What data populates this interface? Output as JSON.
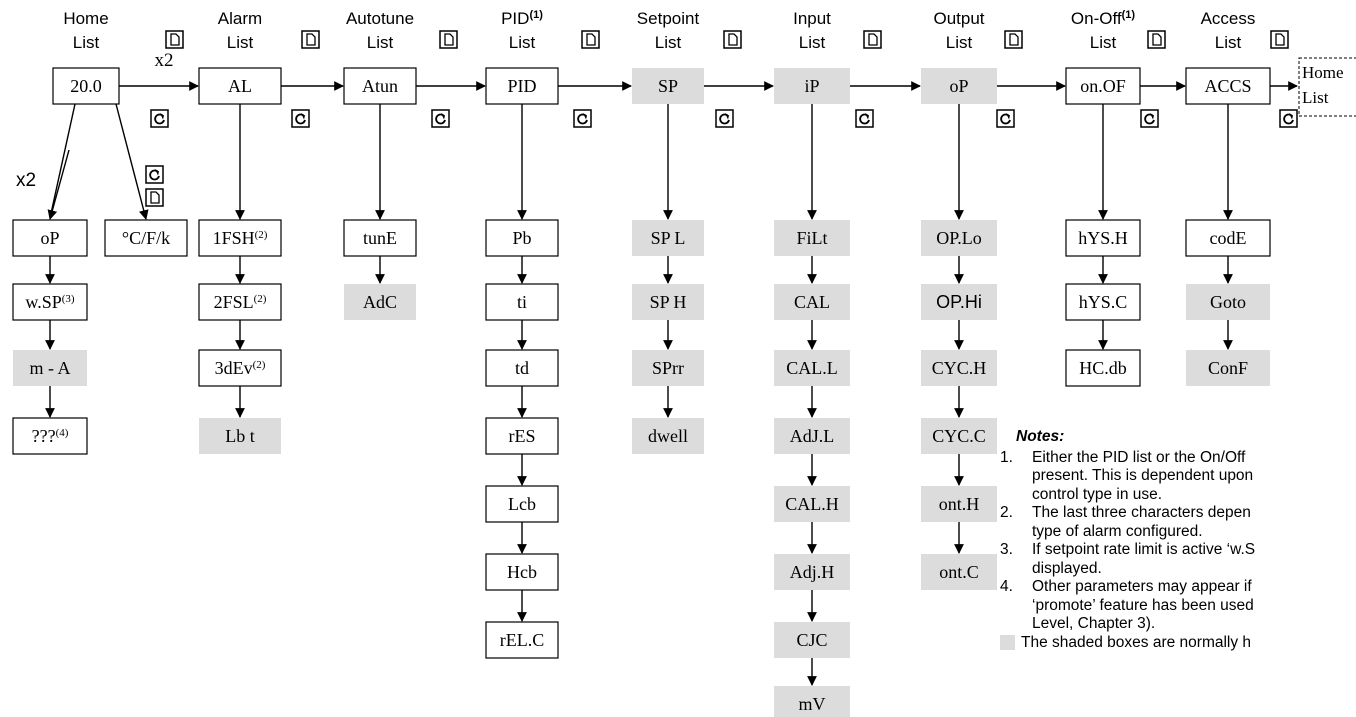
{
  "colors": {
    "shaded": "#dcdcdc",
    "box": "#ffffff",
    "line": "#000000"
  },
  "x2_label": "x2",
  "columns": [
    {
      "id": "home",
      "title": [
        "Home",
        "List"
      ],
      "head": "20.0",
      "head_shaded": false,
      "icons": [
        "page-icon",
        "scroll-icon"
      ],
      "children": []
    },
    {
      "id": "alarm",
      "title": [
        "Alarm",
        "List"
      ],
      "head": "AL",
      "head_shaded": false,
      "icons": [
        "page-icon",
        "scroll-icon"
      ],
      "children": [
        {
          "text": "1FSH",
          "sup": "(2)",
          "shaded": false
        },
        {
          "text": "2FSL",
          "sup": "(2)",
          "shaded": false
        },
        {
          "text": "3dEv",
          "sup": "(2)",
          "shaded": false
        },
        {
          "text": "Lb t",
          "sup": "",
          "shaded": true
        }
      ]
    },
    {
      "id": "autotune",
      "title": [
        "Autotune",
        "List"
      ],
      "head": "Atun",
      "head_shaded": false,
      "icons": [
        "page-icon",
        "scroll-icon"
      ],
      "children": [
        {
          "text": "tunE",
          "sup": "",
          "shaded": false
        },
        {
          "text": "AdC",
          "sup": "",
          "shaded": true
        }
      ]
    },
    {
      "id": "pid",
      "title": [
        "PID",
        "List"
      ],
      "title_sup": "(1)",
      "head": "PID",
      "head_shaded": false,
      "icons": [
        "page-icon",
        "scroll-icon"
      ],
      "children": [
        {
          "text": "Pb",
          "sup": "",
          "shaded": false
        },
        {
          "text": "ti",
          "sup": "",
          "shaded": false
        },
        {
          "text": "td",
          "sup": "",
          "shaded": false
        },
        {
          "text": "rES",
          "sup": "",
          "shaded": false
        },
        {
          "text": "Lcb",
          "sup": "",
          "shaded": false
        },
        {
          "text": "Hcb",
          "sup": "",
          "shaded": false
        },
        {
          "text": "rEL.C",
          "sup": "",
          "shaded": false
        }
      ]
    },
    {
      "id": "setpoint",
      "title": [
        "Setpoint",
        "List"
      ],
      "head": "SP",
      "head_shaded": true,
      "icons": [
        "page-icon",
        "scroll-icon"
      ],
      "children": [
        {
          "text": "SP L",
          "sup": "",
          "shaded": true
        },
        {
          "text": "SP H",
          "sup": "",
          "shaded": true
        },
        {
          "text": "SPrr",
          "sup": "",
          "shaded": true
        },
        {
          "text": "dwell",
          "sup": "",
          "shaded": true
        }
      ]
    },
    {
      "id": "input",
      "title": [
        "Input",
        "List"
      ],
      "head": "iP",
      "head_shaded": true,
      "icons": [
        "page-icon",
        "scroll-icon"
      ],
      "children": [
        {
          "text": "FiLt",
          "sup": "",
          "shaded": true
        },
        {
          "text": "CAL",
          "sup": "",
          "shaded": true
        },
        {
          "text": "CAL.L",
          "sup": "",
          "shaded": true
        },
        {
          "text": "AdJ.L",
          "sup": "",
          "shaded": true
        },
        {
          "text": "CAL.H",
          "sup": "",
          "shaded": true
        },
        {
          "text": "Adj.H",
          "sup": "",
          "shaded": true
        },
        {
          "text": "CJC",
          "sup": "",
          "shaded": true
        },
        {
          "text": "mV",
          "sup": "",
          "shaded": true
        }
      ]
    },
    {
      "id": "output",
      "title": [
        "Output",
        "List"
      ],
      "head": "oP",
      "head_shaded": true,
      "icons": [
        "page-icon",
        "scroll-icon"
      ],
      "children": [
        {
          "text": "OP.Lo",
          "sup": "",
          "shaded": true
        },
        {
          "text": "OP.Hi",
          "sup": "",
          "shaded": true,
          "sans": true
        },
        {
          "text": "CYC.H",
          "sup": "",
          "shaded": true
        },
        {
          "text": "CYC.C",
          "sup": "",
          "shaded": true
        },
        {
          "text": "ont.H",
          "sup": "",
          "shaded": true
        },
        {
          "text": "ont.C",
          "sup": "",
          "shaded": true
        }
      ]
    },
    {
      "id": "onoff",
      "title": [
        "On-Off",
        "List"
      ],
      "title_sup": "(1)",
      "head": "on.OF",
      "head_shaded": false,
      "icons": [
        "page-icon",
        "scroll-icon"
      ],
      "children": [
        {
          "text": "hYS.H",
          "sup": "",
          "shaded": false
        },
        {
          "text": "hYS.C",
          "sup": "",
          "shaded": false
        },
        {
          "text": "HC.db",
          "sup": "",
          "shaded": false
        }
      ]
    },
    {
      "id": "access",
      "title": [
        "Access",
        "List"
      ],
      "head": "ACCS",
      "head_shaded": false,
      "icons": [
        "page-icon",
        "scroll-icon"
      ],
      "children": [
        {
          "text": "codE",
          "sup": "",
          "shaded": false
        },
        {
          "text": "Goto",
          "sup": "",
          "shaded": true
        },
        {
          "text": "ConF",
          "sup": "",
          "shaded": true
        }
      ]
    }
  ],
  "home_return": [
    "Home",
    "List"
  ],
  "home_branch_a": [
    {
      "text": "oP",
      "sup": "",
      "shaded": false
    },
    {
      "text": "w.SP",
      "sup": "(3)",
      "shaded": false
    },
    {
      "text": "m - A",
      "sup": "",
      "shaded": true
    },
    {
      "text": "???",
      "sup": "(4)",
      "shaded": false
    }
  ],
  "home_branch_b": {
    "text": "°C/F/k",
    "sup": "",
    "shaded": false
  },
  "notes": {
    "title": "Notes:",
    "items": [
      {
        "num": "1.",
        "lines": [
          "Either the PID list or the On/Off",
          "present. This is dependent upon",
          "control type in use."
        ]
      },
      {
        "num": "2.",
        "lines": [
          "The last three characters depen",
          "type of alarm configured."
        ]
      },
      {
        "num": "3.",
        "lines": [
          "If setpoint rate limit is active ‘w.S",
          "displayed."
        ]
      },
      {
        "num": "4.",
        "lines": [
          "Other parameters may appear if",
          "‘promote’ feature has been used",
          "Level, Chapter 3)."
        ]
      }
    ],
    "legend": "The shaded boxes are normally h"
  }
}
